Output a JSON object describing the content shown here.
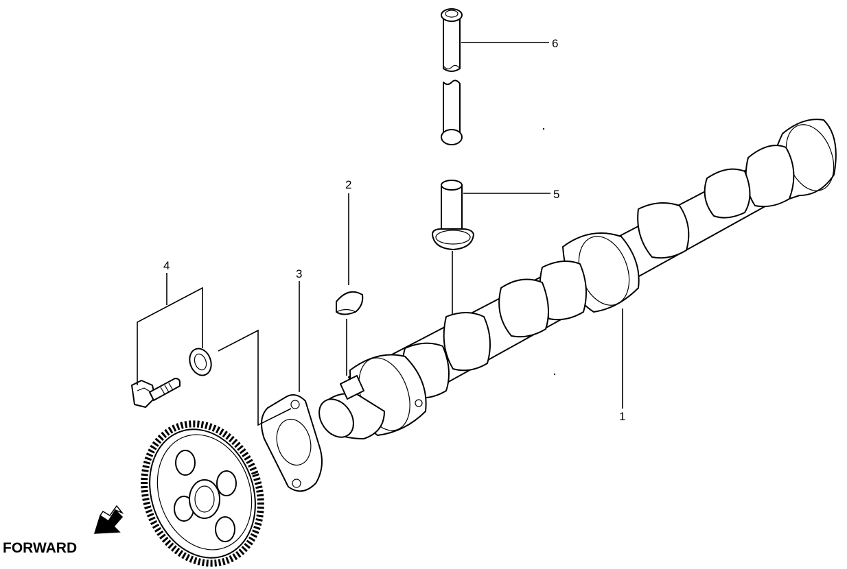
{
  "callouts": {
    "c1": "1",
    "c2": "2",
    "c3": "3",
    "c4": "4",
    "c5": "5",
    "c6": "6"
  },
  "forward_label": "FORWARD"
}
